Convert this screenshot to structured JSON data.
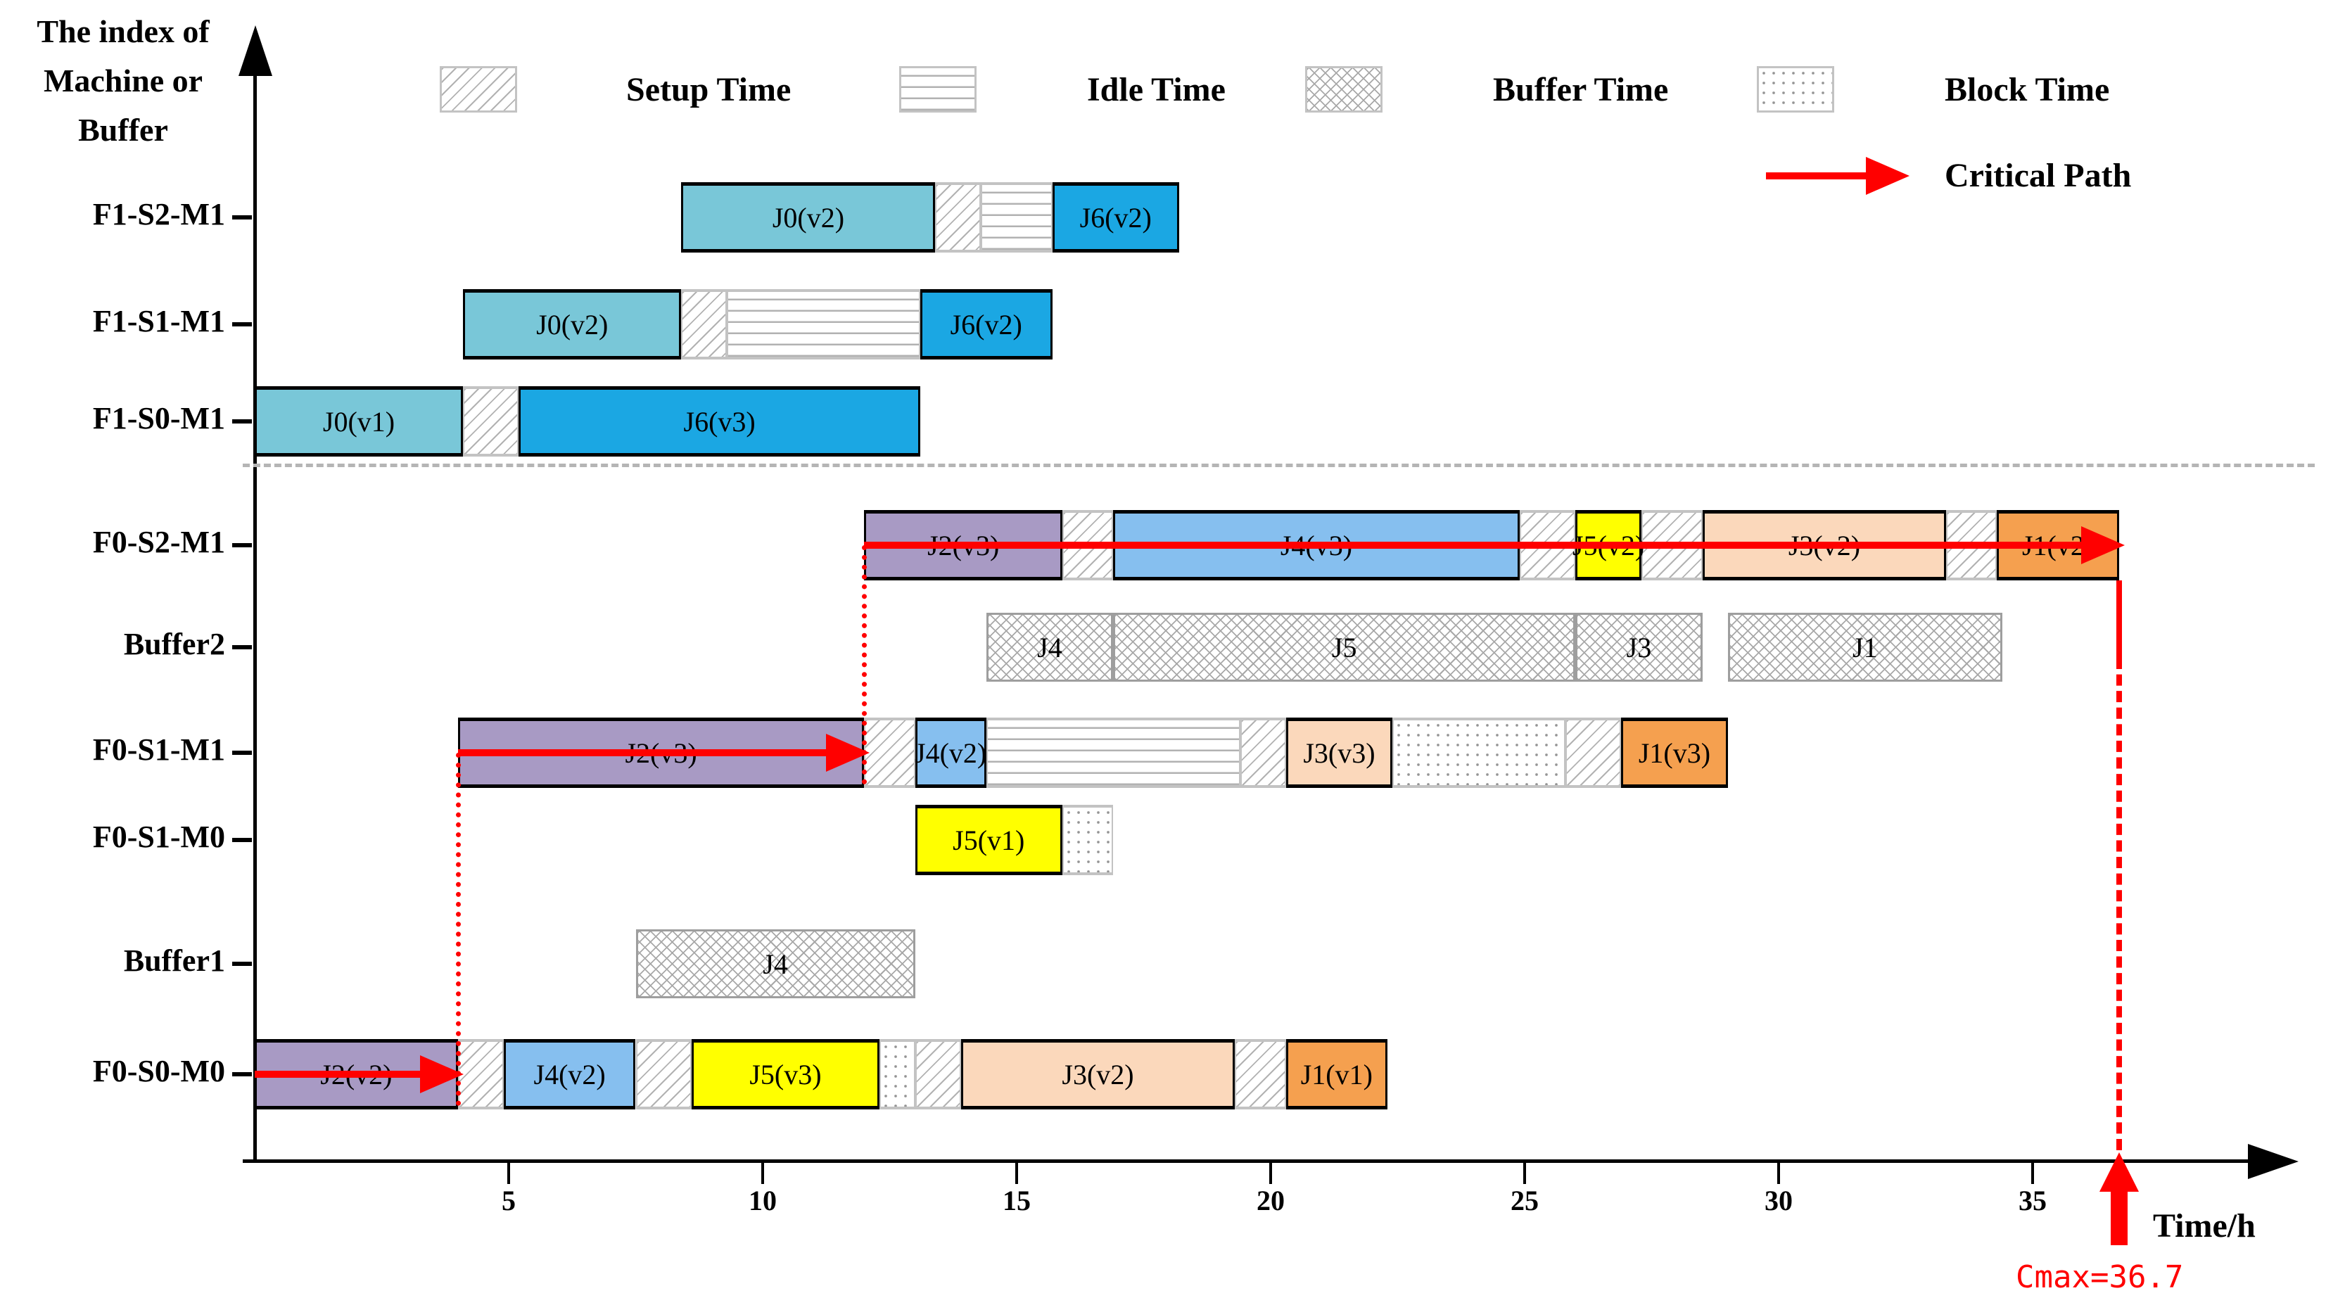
{
  "axis": {
    "ylabel_lines": [
      "The index of",
      "Machine or",
      "Buffer"
    ],
    "xlabel": "Time/h",
    "x_ticks": [
      5,
      10,
      15,
      20,
      25,
      30,
      35
    ]
  },
  "legend": {
    "items": [
      {
        "label": "Setup Time",
        "pattern": "setup"
      },
      {
        "label": "Idle Time",
        "pattern": "idle"
      },
      {
        "label": "Buffer Time",
        "pattern": "buffer"
      },
      {
        "label": "Block Time",
        "pattern": "block"
      }
    ],
    "critical_path_label": "Critical Path"
  },
  "colors": {
    "J0": "#79C7D8",
    "J6": "#1BA7E3",
    "J2": "#A89AC4",
    "J4": "#86BFEF",
    "J5": "#FFFF00",
    "J3": "#FBD8BB",
    "J1": "#F5A04F",
    "critical": "#FF0000"
  },
  "chart_data": {
    "type": "gantt",
    "title": "",
    "xlabel": "Time/h",
    "ylabel": "The index of Machine or Buffer",
    "xlim": [
      0,
      39
    ],
    "rows": [
      {
        "label": "F1-S2-M1",
        "segments": [
          {
            "kind": "job",
            "job": "J0",
            "label": "J0(v2)",
            "start": 8.4,
            "end": 13.4
          },
          {
            "kind": "setup",
            "start": 13.4,
            "end": 14.3
          },
          {
            "kind": "idle",
            "start": 14.3,
            "end": 15.7
          },
          {
            "kind": "job",
            "job": "J6",
            "label": "J6(v2)",
            "start": 15.7,
            "end": 18.2
          }
        ]
      },
      {
        "label": "F1-S1-M1",
        "segments": [
          {
            "kind": "job",
            "job": "J0",
            "label": "J0(v2)",
            "start": 4.1,
            "end": 8.4
          },
          {
            "kind": "setup",
            "start": 8.4,
            "end": 9.3
          },
          {
            "kind": "idle",
            "start": 9.3,
            "end": 13.1
          },
          {
            "kind": "job",
            "job": "J6",
            "label": "J6(v2)",
            "start": 13.1,
            "end": 15.7
          }
        ]
      },
      {
        "label": "F1-S0-M1",
        "segments": [
          {
            "kind": "job",
            "job": "J0",
            "label": "J0(v1)",
            "start": 0,
            "end": 4.1
          },
          {
            "kind": "setup",
            "start": 4.1,
            "end": 5.2
          },
          {
            "kind": "job",
            "job": "J6",
            "label": "J6(v3)",
            "start": 5.2,
            "end": 13.1
          }
        ]
      },
      {
        "label": "F0-S2-M1",
        "segments": [
          {
            "kind": "job",
            "job": "J2",
            "label": "J2(v3)",
            "start": 12,
            "end": 15.9
          },
          {
            "kind": "setup",
            "start": 15.9,
            "end": 16.9
          },
          {
            "kind": "job",
            "job": "J4",
            "label": "J4(v3)",
            "start": 16.9,
            "end": 24.9
          },
          {
            "kind": "setup",
            "start": 24.9,
            "end": 26
          },
          {
            "kind": "job",
            "job": "J5",
            "label": "J5(v2)",
            "start": 26,
            "end": 27.3
          },
          {
            "kind": "setup",
            "start": 27.3,
            "end": 28.5
          },
          {
            "kind": "job",
            "job": "J3",
            "label": "J3(v2)",
            "start": 28.5,
            "end": 33.3
          },
          {
            "kind": "setup",
            "start": 33.3,
            "end": 34.3
          },
          {
            "kind": "job",
            "job": "J1",
            "label": "J1(v2)",
            "start": 34.3,
            "end": 36.7
          }
        ]
      },
      {
        "label": "Buffer2",
        "segments": [
          {
            "kind": "buffer",
            "label": "J4",
            "start": 14.4,
            "end": 16.9
          },
          {
            "kind": "buffer",
            "label": "J5",
            "start": 16.9,
            "end": 26
          },
          {
            "kind": "buffer",
            "label": "J3",
            "start": 26,
            "end": 28.5
          },
          {
            "kind": "buffer",
            "label": "J1",
            "start": 29,
            "end": 34.4
          }
        ]
      },
      {
        "label": "F0-S1-M1",
        "segments": [
          {
            "kind": "job",
            "job": "J2",
            "label": "J2(v3)",
            "start": 4,
            "end": 12
          },
          {
            "kind": "setup",
            "start": 12,
            "end": 13
          },
          {
            "kind": "job",
            "job": "J4",
            "label": "J4(v2)",
            "start": 13,
            "end": 14.4
          },
          {
            "kind": "idle",
            "start": 14.4,
            "end": 19.4
          },
          {
            "kind": "setup",
            "start": 19.4,
            "end": 20.3
          },
          {
            "kind": "job",
            "job": "J3",
            "label": "J3(v3)",
            "start": 20.3,
            "end": 22.4
          },
          {
            "kind": "block",
            "start": 22.4,
            "end": 25.8
          },
          {
            "kind": "setup",
            "start": 25.8,
            "end": 26.9
          },
          {
            "kind": "job",
            "job": "J1",
            "label": "J1(v3)",
            "start": 26.9,
            "end": 29
          }
        ]
      },
      {
        "label": "F0-S1-M0",
        "segments": [
          {
            "kind": "job",
            "job": "J5",
            "label": "J5(v1)",
            "start": 13,
            "end": 15.9
          },
          {
            "kind": "block",
            "start": 15.9,
            "end": 16.9
          }
        ]
      },
      {
        "label": "Buffer1",
        "segments": [
          {
            "kind": "buffer",
            "label": "J4",
            "start": 7.5,
            "end": 13
          }
        ]
      },
      {
        "label": "F0-S0-M0",
        "segments": [
          {
            "kind": "job",
            "job": "J2",
            "label": "J2(v2)",
            "start": 0,
            "end": 4
          },
          {
            "kind": "setup",
            "start": 4,
            "end": 4.9
          },
          {
            "kind": "job",
            "job": "J4",
            "label": "J4(v2)",
            "start": 4.9,
            "end": 7.5
          },
          {
            "kind": "setup",
            "start": 7.5,
            "end": 8.6
          },
          {
            "kind": "job",
            "job": "J5",
            "label": "J5(v3)",
            "start": 8.6,
            "end": 12.3
          },
          {
            "kind": "block",
            "start": 12.3,
            "end": 13
          },
          {
            "kind": "setup",
            "start": 13,
            "end": 13.9
          },
          {
            "kind": "job",
            "job": "J3",
            "label": "J3(v2)",
            "start": 13.9,
            "end": 19.3
          },
          {
            "kind": "setup",
            "start": 19.3,
            "end": 20.3
          },
          {
            "kind": "job",
            "job": "J1",
            "label": "J1(v1)",
            "start": 20.3,
            "end": 22.3
          }
        ]
      }
    ],
    "separator_after_row_index": 2,
    "critical_path": {
      "arrows": [
        {
          "row": 8,
          "from": 0,
          "to": 4
        },
        {
          "row": 5,
          "from": 4,
          "to": 12
        },
        {
          "row": 3,
          "from": 12,
          "to": 36.7
        }
      ],
      "dotted_links": [
        {
          "t": 4,
          "from_row": 8,
          "to_row": 5
        },
        {
          "t": 12,
          "from_row": 5,
          "to_row": 3
        }
      ],
      "cmax": {
        "t": 36.7,
        "label": "Cmax=36.7"
      }
    }
  }
}
